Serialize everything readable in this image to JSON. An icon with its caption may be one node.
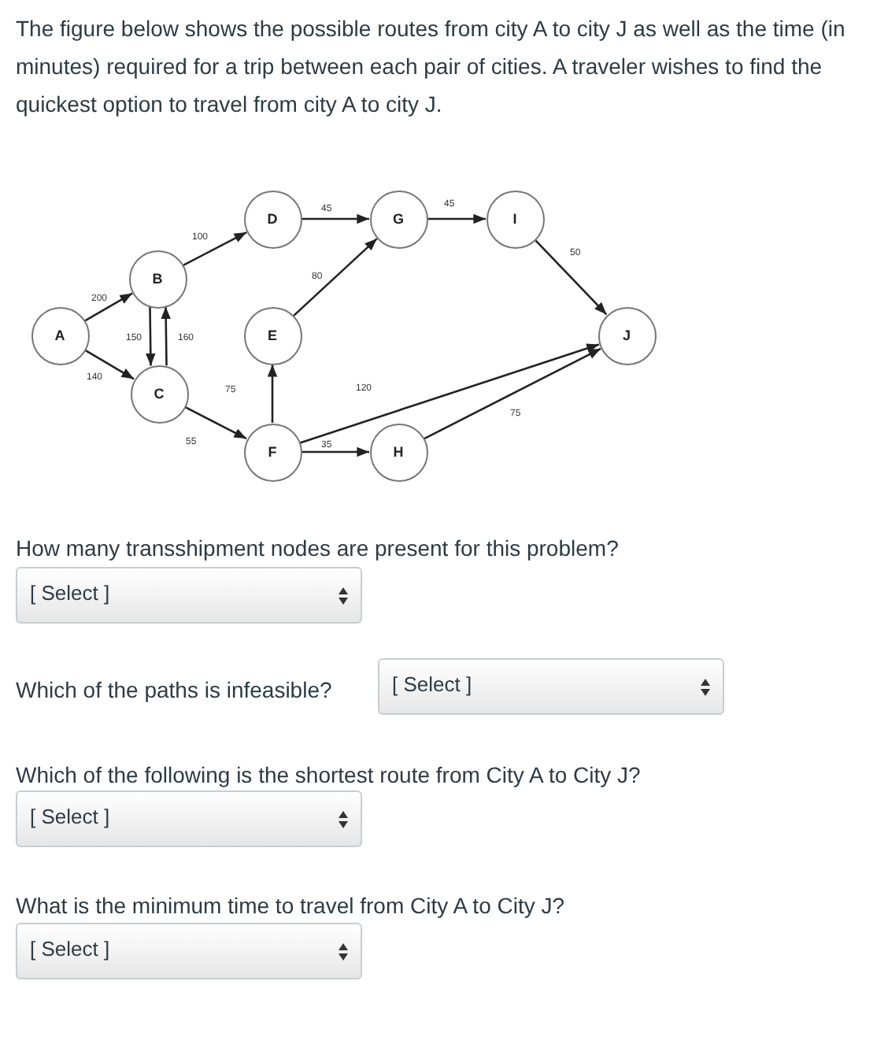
{
  "diagram": {
    "nodes": [
      {
        "text": [
          "A"
        ]
      },
      {
        "text": [
          "B"
        ]
      },
      {
        "text": [
          "C"
        ]
      },
      {
        "text": [
          "D"
        ]
      },
      {
        "text": [
          "E"
        ]
      },
      {
        "text": [
          "F"
        ]
      },
      {
        "text": [
          "G"
        ]
      },
      {
        "text": [
          "H"
        ]
      },
      {
        "text": [
          "I"
        ]
      },
      {
        "text": [
          "J"
        ]
      }
    ],
    "edges": [
      {
        "from": 0,
        "to": 1,
        "arrow": "to",
        "label": "200"
      },
      {
        "from": 0,
        "to": 2,
        "arrow": "to",
        "label": "140"
      },
      {
        "from": 1,
        "to": 2,
        "arrow": "to",
        "label": "150"
      },
      {
        "from": 2,
        "to": 1,
        "arrow": "to",
        "label": "160"
      },
      {
        "from": 1,
        "to": 3,
        "arrow": "to",
        "label": "100"
      },
      {
        "from": 2,
        "to": 5,
        "arrow": "to",
        "label": "55"
      },
      {
        "from": 5,
        "to": 4,
        "arrow": "to",
        "label": "75"
      },
      {
        "from": 4,
        "to": 6,
        "arrow": "to",
        "label": "80"
      },
      {
        "from": 3,
        "to": 6,
        "arrow": "to",
        "label": "45"
      },
      {
        "from": 6,
        "to": 8,
        "arrow": "to",
        "label": "45"
      },
      {
        "from": 8,
        "to": 9,
        "arrow": "to",
        "label": "50"
      },
      {
        "from": 5,
        "to": 9,
        "arrow": "to",
        "label": "120"
      },
      {
        "from": 5,
        "to": 7,
        "arrow": "to",
        "label": "35"
      },
      {
        "from": 7,
        "to": 9,
        "arrow": "to",
        "label": "75"
      }
    ],
    "labels": [
      "The figure below shows the possible routes from city A to city J as well as the time (in minutes) required for a trip between each pair of cities. A traveler wishes to find the quickest option to travel from city A to city J.",
      "How many transshipment nodes are present  for this problem?",
      "[ Select ]",
      "Which of the paths is infeasible?",
      "[ Select ]",
      "Which of the following is the shortest route from City A to City J?",
      "[ Select ]",
      "What is the minimum time to travel from City A to City J?",
      "[ Select ]"
    ]
  }
}
